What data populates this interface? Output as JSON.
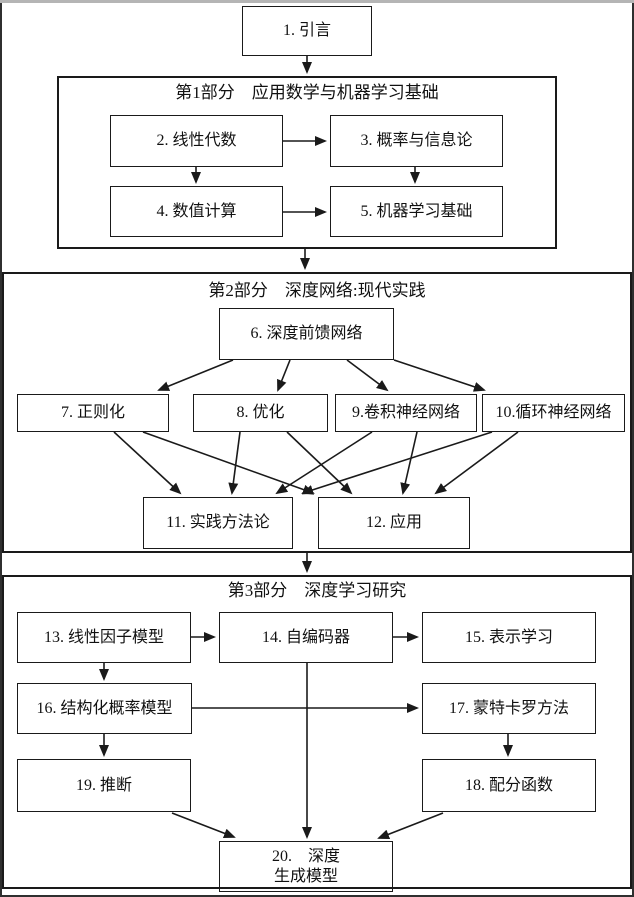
{
  "meta": {
    "figure_type": "flow-diagram",
    "description_language": "zh"
  },
  "colors": {
    "page_bg": "#ffffff",
    "frame": "#2f2f2f",
    "top_bar": "#b5b5b5",
    "line": "#1a1a1a",
    "text": "#111111"
  },
  "parts": {
    "p1": {
      "title": "第1部分　应用数学与机器学习基础"
    },
    "p2": {
      "title": "第2部分　深度网络:现代实践"
    },
    "p3": {
      "title": "第3部分　深度学习研究"
    }
  },
  "chapters": {
    "c1": {
      "label": "1. 引言"
    },
    "c2": {
      "label": "2. 线性代数"
    },
    "c3": {
      "label": "3. 概率与信息论"
    },
    "c4": {
      "label": "4. 数值计算"
    },
    "c5": {
      "label": "5. 机器学习基础"
    },
    "c6": {
      "label": "6. 深度前馈网络"
    },
    "c7": {
      "label": "7. 正则化"
    },
    "c8": {
      "label": "8. 优化"
    },
    "c9": {
      "label": "9.卷积神经网络"
    },
    "c10": {
      "label": "10.循环神经网络"
    },
    "c11": {
      "label": "11. 实践方法论"
    },
    "c12": {
      "label": "12. 应用"
    },
    "c13": {
      "label": "13. 线性因子模型"
    },
    "c14": {
      "label": "14. 自编码器"
    },
    "c15": {
      "label": "15. 表示学习"
    },
    "c16": {
      "label": "16. 结构化概率模型"
    },
    "c17": {
      "label": "17. 蒙特卡罗方法"
    },
    "c18": {
      "label": "18. 配分函数"
    },
    "c19": {
      "label": "19. 推断"
    },
    "c20": {
      "line1": "20.　深度",
      "line2": "生成模型"
    }
  },
  "edges": [
    {
      "from": "1",
      "to": "part1"
    },
    {
      "from": "2",
      "to": "3"
    },
    {
      "from": "2",
      "to": "4"
    },
    {
      "from": "4",
      "to": "5"
    },
    {
      "from": "3",
      "to": "5"
    },
    {
      "from": "part1",
      "to": "part2"
    },
    {
      "from": "6",
      "to": "7"
    },
    {
      "from": "6",
      "to": "8"
    },
    {
      "from": "6",
      "to": "9"
    },
    {
      "from": "6",
      "to": "10"
    },
    {
      "from": "7",
      "to": "11"
    },
    {
      "from": "7",
      "to": "12"
    },
    {
      "from": "8",
      "to": "11"
    },
    {
      "from": "8",
      "to": "12"
    },
    {
      "from": "9",
      "to": "11"
    },
    {
      "from": "9",
      "to": "12"
    },
    {
      "from": "10",
      "to": "11"
    },
    {
      "from": "10",
      "to": "12"
    },
    {
      "from": "part2",
      "to": "part3"
    },
    {
      "from": "13",
      "to": "14"
    },
    {
      "from": "14",
      "to": "15"
    },
    {
      "from": "13",
      "to": "16"
    },
    {
      "from": "16",
      "to": "17"
    },
    {
      "from": "16",
      "to": "19"
    },
    {
      "from": "17",
      "to": "18"
    },
    {
      "from": "14",
      "to": "20"
    },
    {
      "from": "19",
      "to": "20"
    },
    {
      "from": "18",
      "to": "20"
    }
  ]
}
